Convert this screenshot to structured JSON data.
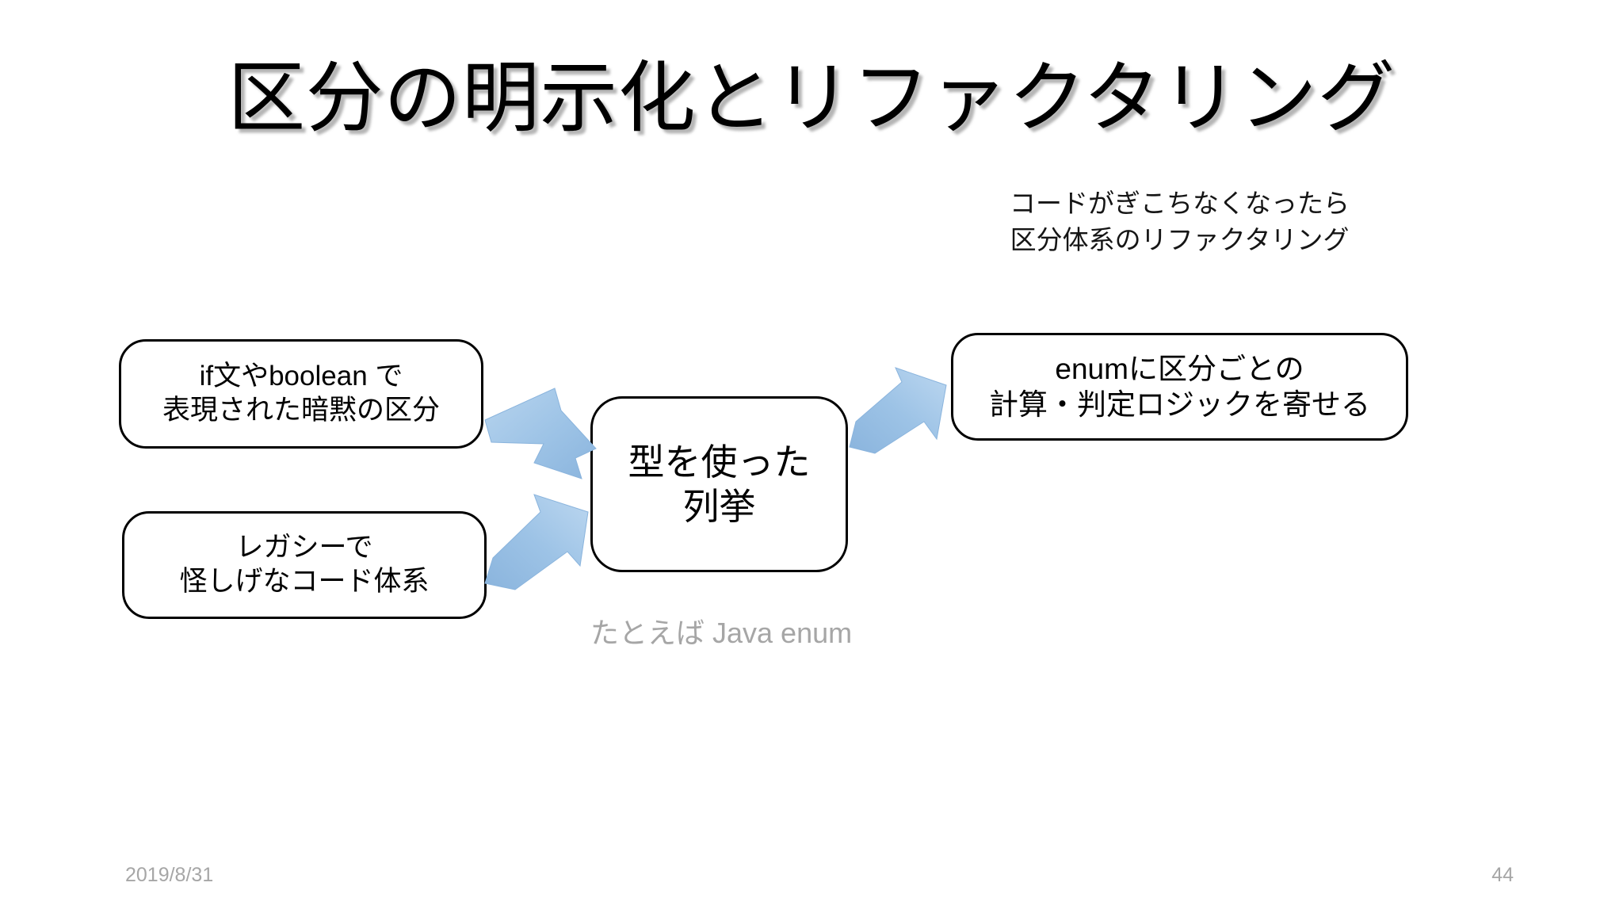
{
  "slide": {
    "title": "区分の明示化とリファクタリング",
    "background_color": "#ffffff",
    "title_color": "#000000",
    "arrow_color": "#9dc3e6",
    "box_border_color": "#000000",
    "muted_text_color": "#a6a6a6"
  },
  "boxes": {
    "if_boolean": {
      "line1": "if文やboolean で",
      "line2": "表現された暗黙の区分"
    },
    "legacy": {
      "line1": "レガシーで",
      "line2": "怪しげなコード体系"
    },
    "typed_enum": {
      "line1": "型を使った",
      "line2": "列挙"
    },
    "enum_logic": {
      "line1": "enumに区分ごとの",
      "line2": "計算・判定ロジックを寄せる"
    }
  },
  "captions": {
    "refactor_note": {
      "line1": "コードがぎこちなくなったら",
      "line2": "区分体系のリファクタリング"
    },
    "example_note": "たとえば Java enum"
  },
  "arrows": [
    {
      "name": "arrow-if-to-type",
      "direction": "down-right"
    },
    {
      "name": "arrow-legacy-to-type",
      "direction": "up-right"
    },
    {
      "name": "arrow-type-to-enum",
      "direction": "up-right"
    }
  ],
  "footer": {
    "date": "2019/8/31",
    "page_number": "44"
  }
}
